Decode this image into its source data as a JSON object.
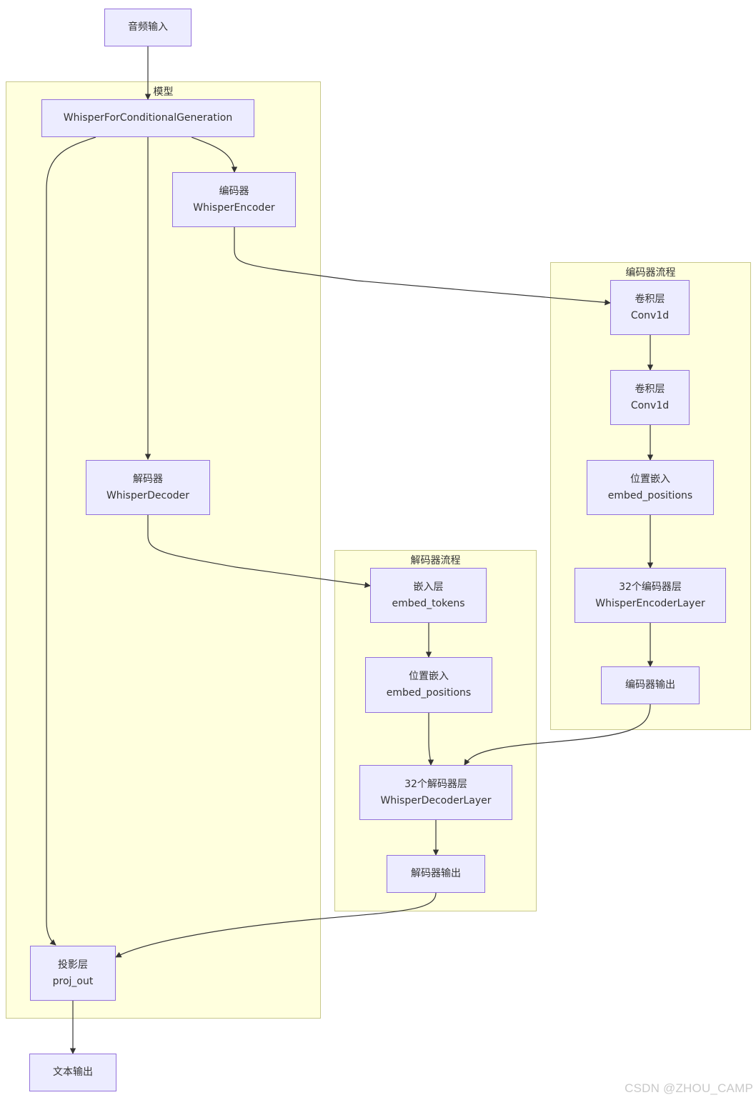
{
  "clusters": {
    "model": "模型",
    "encoder_flow": "编码器流程",
    "decoder_flow": "解码器流程"
  },
  "nodes": {
    "audio_input": {
      "line1": "音频输入"
    },
    "whisper_cg": {
      "line1": "WhisperForConditionalGeneration"
    },
    "encoder": {
      "line1": "编码器",
      "line2": "WhisperEncoder"
    },
    "decoder": {
      "line1": "解码器",
      "line2": "WhisperDecoder"
    },
    "proj_out": {
      "line1": "投影层",
      "line2": "proj_out"
    },
    "text_output": {
      "line1": "文本输出"
    },
    "enc_conv1": {
      "line1": "卷积层",
      "line2": "Conv1d"
    },
    "enc_conv2": {
      "line1": "卷积层",
      "line2": "Conv1d"
    },
    "enc_pos": {
      "line1": "位置嵌入",
      "line2": "embed_positions"
    },
    "enc_layers": {
      "line1": "32个编码器层",
      "line2": "WhisperEncoderLayer"
    },
    "enc_output": {
      "line1": "编码器输出"
    },
    "dec_embed": {
      "line1": "嵌入层",
      "line2": "embed_tokens"
    },
    "dec_pos": {
      "line1": "位置嵌入",
      "line2": "embed_positions"
    },
    "dec_layers": {
      "line1": "32个解码器层",
      "line2": "WhisperDecoderLayer"
    },
    "dec_output": {
      "line1": "解码器输出"
    }
  },
  "edges": [
    [
      "audio_input",
      "whisper_cg"
    ],
    [
      "whisper_cg",
      "encoder"
    ],
    [
      "whisper_cg",
      "decoder"
    ],
    [
      "whisper_cg",
      "proj_out"
    ],
    [
      "encoder",
      "enc_conv1"
    ],
    [
      "enc_conv1",
      "enc_conv2"
    ],
    [
      "enc_conv2",
      "enc_pos"
    ],
    [
      "enc_pos",
      "enc_layers"
    ],
    [
      "enc_layers",
      "enc_output"
    ],
    [
      "decoder",
      "dec_embed"
    ],
    [
      "dec_embed",
      "dec_pos"
    ],
    [
      "dec_pos",
      "dec_layers"
    ],
    [
      "enc_output",
      "dec_layers"
    ],
    [
      "dec_layers",
      "dec_output"
    ],
    [
      "dec_output",
      "proj_out"
    ],
    [
      "proj_out",
      "text_output"
    ]
  ],
  "watermark": "CSDN @ZHOU_CAMP",
  "colors": {
    "node_fill": "#ececff",
    "node_border": "#9370db",
    "cluster_fill": "#ffffde",
    "cluster_border": "#c8c88c",
    "edge": "#333333"
  }
}
